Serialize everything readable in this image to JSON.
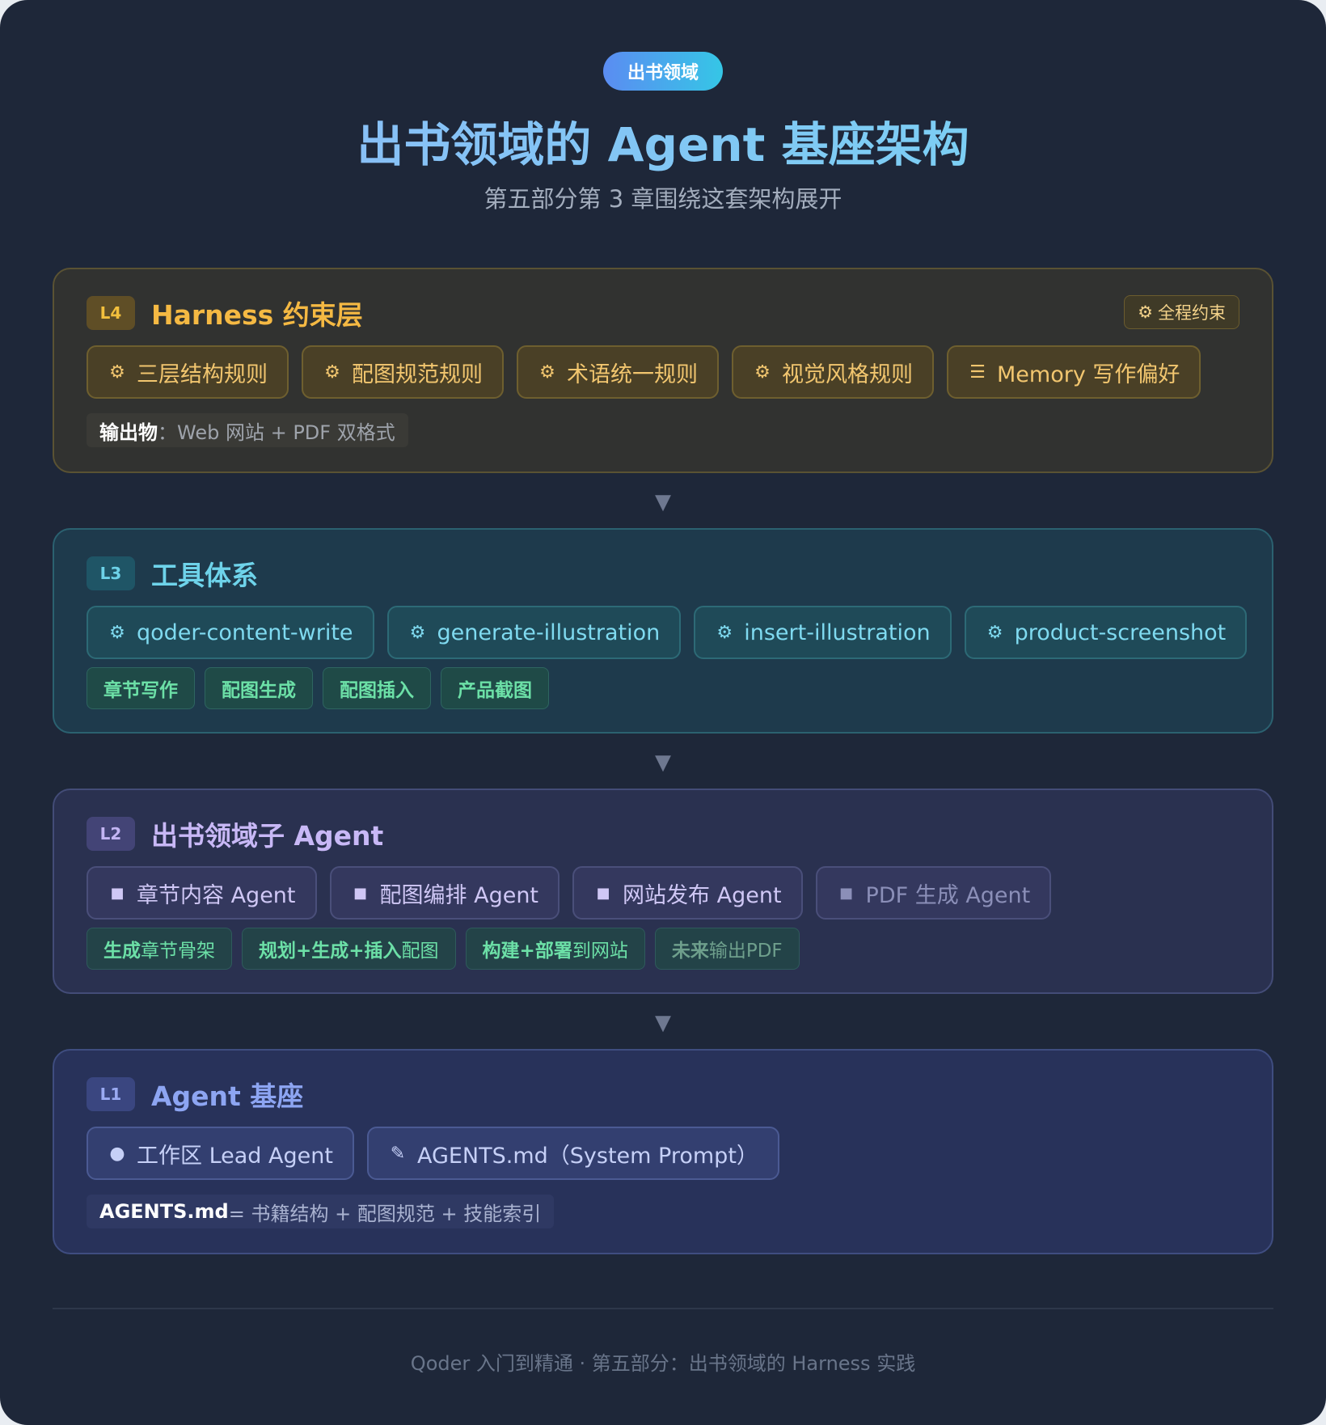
{
  "header": {
    "tag": "出书领域",
    "title": "出书领域的 Agent 基座架构",
    "subtitle": "第五部分第 3 章围绕这套架构展开"
  },
  "layers": {
    "l4": {
      "level": "L4",
      "title": "Harness 约束层",
      "corner_tag": {
        "icon": "gear-icon",
        "glyph": "⚙",
        "label": "全程约束"
      },
      "chips": [
        {
          "icon": "gear-icon",
          "glyph": "⚙",
          "label": "三层结构规则"
        },
        {
          "icon": "gear-icon",
          "glyph": "⚙",
          "label": "配图规范规则"
        },
        {
          "icon": "gear-icon",
          "glyph": "⚙",
          "label": "术语统一规则"
        },
        {
          "icon": "gear-icon",
          "glyph": "⚙",
          "label": "视觉风格规则"
        },
        {
          "icon": "list-icon",
          "glyph": "☰",
          "label": "Memory 写作偏好"
        }
      ],
      "note": {
        "key": "输出物",
        "sep": "：",
        "value": "Web 网站 + PDF 双格式"
      }
    },
    "l3": {
      "level": "L3",
      "title": "工具体系",
      "chips": [
        {
          "icon": "gear-icon",
          "glyph": "⚙",
          "label": "qoder-content-write"
        },
        {
          "icon": "gear-icon",
          "glyph": "⚙",
          "label": "generate-illustration"
        },
        {
          "icon": "gear-icon",
          "glyph": "⚙",
          "label": "insert-illustration"
        },
        {
          "icon": "gear-icon",
          "glyph": "⚙",
          "label": "product-screenshot"
        }
      ],
      "tags": [
        "章节写作",
        "配图生成",
        "配图插入",
        "产品截图"
      ]
    },
    "l2": {
      "level": "L2",
      "title": "出书领域子 Agent",
      "chips": [
        {
          "icon": "square-icon",
          "glyph": "■",
          "label": "章节内容 Agent"
        },
        {
          "icon": "square-icon",
          "glyph": "■",
          "label": "配图编排 Agent"
        },
        {
          "icon": "square-icon",
          "glyph": "■",
          "label": "网站发布 Agent"
        },
        {
          "icon": "square-icon",
          "glyph": "■",
          "label": "PDF 生成 Agent"
        }
      ],
      "tags": [
        {
          "bold": "生成",
          "rest": "章节骨架"
        },
        {
          "bold": "规划+生成+插入",
          "rest": "配图"
        },
        {
          "bold": "构建+部署",
          "rest": "到网站"
        },
        {
          "bold": "未来",
          "rest": " 输出PDF"
        }
      ]
    },
    "l1": {
      "level": "L1",
      "title": "Agent 基座",
      "chips": [
        {
          "icon": "dot-icon",
          "glyph": "●",
          "label": "工作区 Lead Agent"
        },
        {
          "icon": "pencil-icon",
          "glyph": "✎",
          "label": "AGENTS.md（System Prompt）"
        }
      ],
      "note": {
        "key": "AGENTS.md",
        "value": " = 书籍结构 + 配图规范 + 技能索引"
      }
    }
  },
  "arrows": {
    "glyph": "▼"
  },
  "footer": "Qoder 入门到精通 · 第五部分：出书领域的 Harness 实践"
}
